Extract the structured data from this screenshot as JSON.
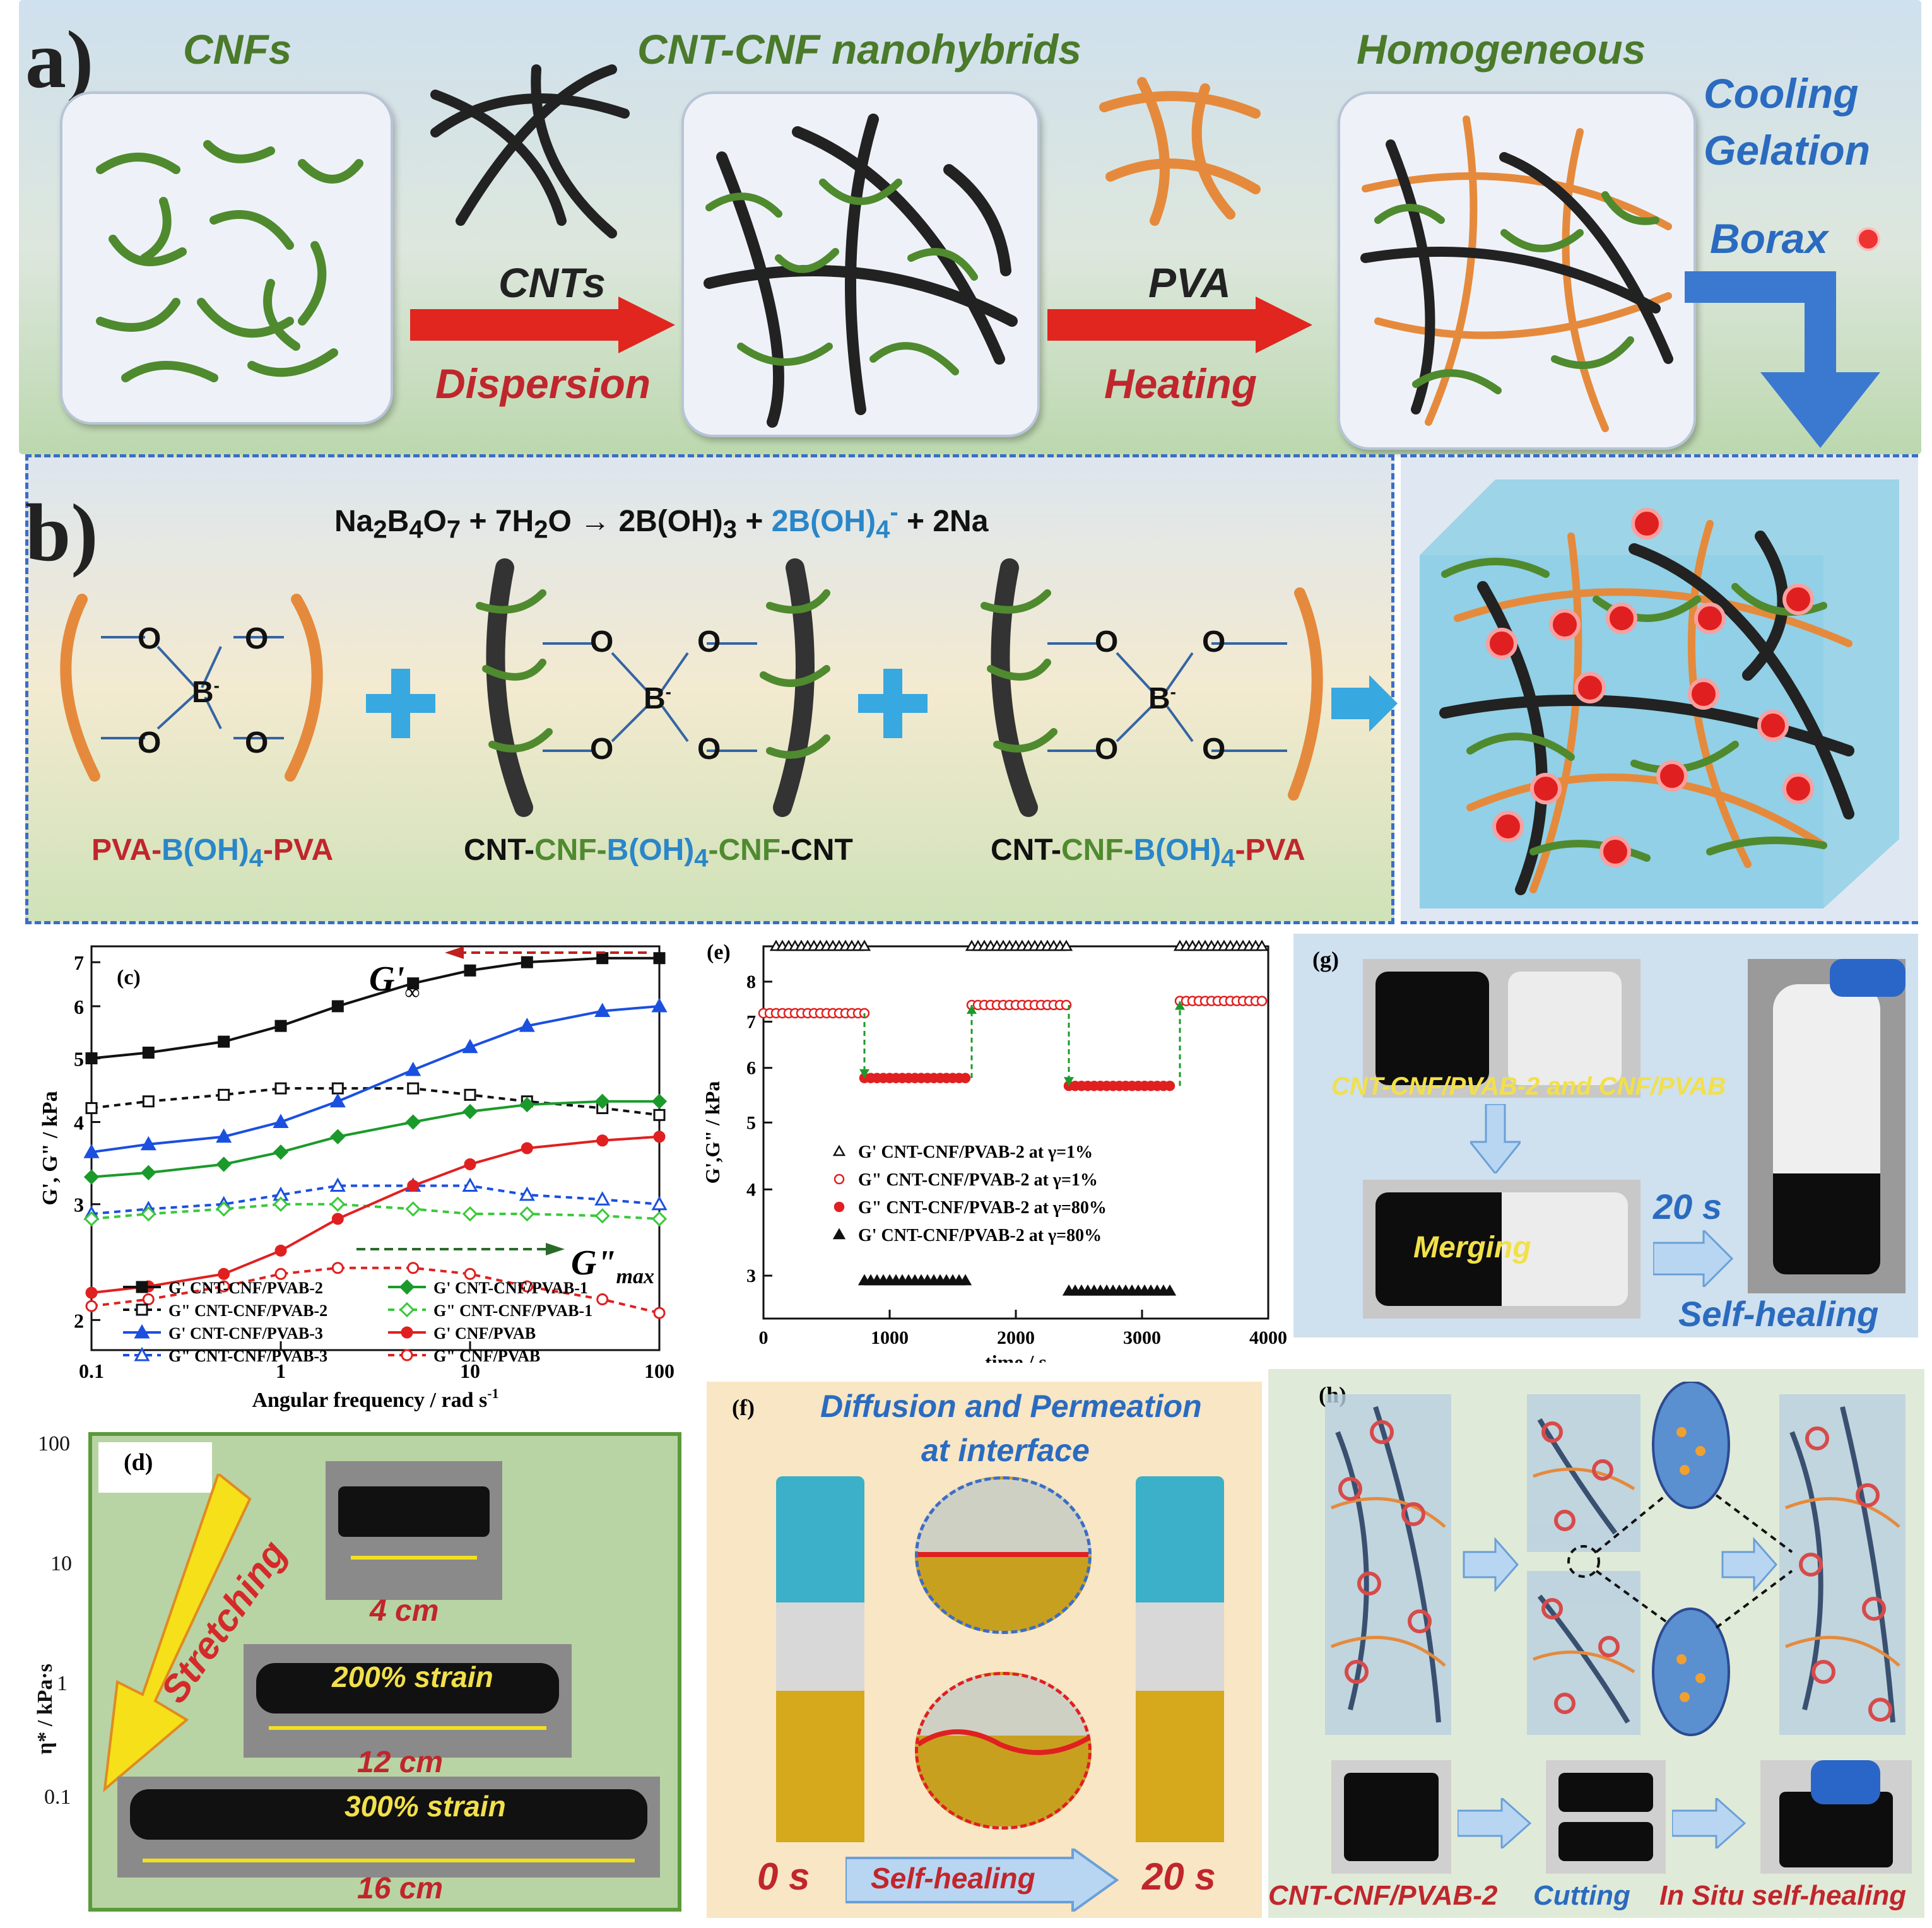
{
  "panel_a": {
    "label": "a)",
    "cnfs": "CNFs",
    "nanohybrids": "CNT-CNF nanohybrids",
    "homogeneous": "Homogeneous",
    "cooling": "Cooling",
    "gelation": "Gelation",
    "borax": "Borax",
    "cnts": "CNTs",
    "dispersion": "Dispersion",
    "pva": "PVA",
    "heating": "Heating"
  },
  "panel_b": {
    "label": "b)",
    "eq_main": "Na",
    "eq_sub1": "2",
    "eq_b": "B",
    "eq_sub2": "4",
    "eq_o": "O",
    "eq_sub3": "7",
    "eq_rest1": " + 7H",
    "eq_sub4": "2",
    "eq_rest2": "O → 2B(OH)",
    "eq_sub5": "3",
    "eq_rest3": " + ",
    "eq_blue": "2B(OH)",
    "eq_sub6": "4",
    "eq_sup": "-",
    "eq_rest4": " + 2Na",
    "atom_o": "O",
    "atom_b": "B",
    "atom_minus": "-",
    "label1_pva1": "PVA-",
    "label1_b": "B(OH)",
    "label1_sub": "4",
    "label1_pva2": "-PVA",
    "label2_cnt1": "CNT-",
    "label2_cnf1": "CNF-",
    "label2_b": "B(OH)",
    "label2_sub": "4",
    "label2_cnf2": "-CNF",
    "label2_cnt2": "-CNT",
    "label3_cnt": "CNT-",
    "label3_cnf": "CNF-",
    "label3_b": "B(OH)",
    "label3_sub": "4",
    "label3_pva": "-PVA"
  },
  "panel_c": {
    "label": "(c)",
    "ylabel": "G', G\" / kPa",
    "xlabel": "Angular frequency / rad s",
    "xlabel_sup": "-1",
    "ginf": "G'",
    "ginf_sub": "∞",
    "gmax": "G\"",
    "gmax_sub": "max",
    "legend": [
      "G' CNT-CNF/PVAB-2",
      "G' CNT-CNF/PVAB-1",
      "G\" CNT-CNF/PVAB-2",
      "G\" CNT-CNF/PVAB-1",
      "G' CNT-CNF/PVAB-3",
      "G' CNF/PVAB",
      "G\" CNT-CNF/PVAB-3",
      "G\" CNF/PVAB"
    ],
    "xticks": [
      "0.1",
      "1",
      "10",
      "100"
    ],
    "yticks": [
      "2",
      "3",
      "4",
      "5",
      "6",
      "7"
    ]
  },
  "panel_d": {
    "label": "(d)",
    "stretching": "Stretching",
    "len1": "4 cm",
    "strain2": "200% strain",
    "len2": "12 cm",
    "strain3": "300% strain",
    "len3": "16 cm",
    "ylabel": "η* / kPa·s",
    "yticks": [
      "100",
      "10",
      "1",
      "0.1"
    ]
  },
  "panel_e": {
    "label": "(e)",
    "ylabel": "G',G\" / kPa",
    "xlabel": "time / s",
    "xticks": [
      "0",
      "1000",
      "2000",
      "3000",
      "4000"
    ],
    "yticks": [
      "8",
      "7",
      "6",
      "5",
      "4",
      "3"
    ],
    "legend": [
      "G' CNT-CNF/PVAB-2 at γ=1%",
      "G\" CNT-CNF/PVAB-2 at γ=1%",
      "G\" CNT-CNF/PVAB-2 at γ=80%",
      "G' CNT-CNF/PVAB-2 at γ=80%"
    ]
  },
  "panel_f": {
    "label": "(f)",
    "title1": "Diffusion and Permeation",
    "title2": "at interface",
    "t0": "0 s",
    "self_healing": "Self-healing",
    "t20": "20 s"
  },
  "panel_g": {
    "label": "(g)",
    "caption": "CNT-CNF/PVAB-2 and CNF/PVAB",
    "merging": "Merging",
    "t20": "20 s",
    "self_healing": "Self-healing"
  },
  "panel_h": {
    "label": "(h)",
    "c1": "CNT-CNF/PVAB-2",
    "c2": "Cutting",
    "c3": "In Situ self-healing"
  },
  "chart_data": [
    {
      "type": "line",
      "title": "",
      "xlabel": "Angular frequency / rad s-1",
      "ylabel": "G', G\" / kPa",
      "xscale": "log",
      "yscale": "log",
      "xlim": [
        0.1,
        100
      ],
      "ylim": [
        1.8,
        7.4
      ],
      "x": [
        0.1,
        0.2,
        0.5,
        1,
        2,
        5,
        10,
        20,
        50,
        100
      ],
      "series": [
        {
          "name": "G' CNT-CNF/PVAB-2",
          "values": [
            5.0,
            5.1,
            5.3,
            5.6,
            6.0,
            6.5,
            6.8,
            7.0,
            7.1,
            7.1
          ]
        },
        {
          "name": "G\" CNT-CNF/PVAB-2",
          "values": [
            4.2,
            4.3,
            4.4,
            4.5,
            4.5,
            4.5,
            4.4,
            4.3,
            4.2,
            4.1
          ]
        },
        {
          "name": "G' CNT-CNF/PVAB-3",
          "values": [
            3.6,
            3.7,
            3.8,
            4.0,
            4.3,
            4.8,
            5.2,
            5.6,
            5.9,
            6.0
          ]
        },
        {
          "name": "G\" CNT-CNF/PVAB-3",
          "values": [
            2.9,
            2.95,
            3.0,
            3.1,
            3.2,
            3.2,
            3.2,
            3.1,
            3.05,
            3.0
          ]
        },
        {
          "name": "G' CNT-CNF/PVAB-1",
          "values": [
            3.3,
            3.35,
            3.45,
            3.6,
            3.8,
            4.0,
            4.15,
            4.25,
            4.3,
            4.3
          ]
        },
        {
          "name": "G\" CNT-CNF/PVAB-1",
          "values": [
            2.85,
            2.9,
            2.95,
            3.0,
            3.0,
            2.95,
            2.9,
            2.9,
            2.88,
            2.85
          ]
        },
        {
          "name": "G' CNF/PVAB",
          "values": [
            2.2,
            2.25,
            2.35,
            2.55,
            2.85,
            3.2,
            3.45,
            3.65,
            3.75,
            3.8
          ]
        },
        {
          "name": "G\" CNF/PVAB",
          "values": [
            2.1,
            2.15,
            2.25,
            2.35,
            2.4,
            2.4,
            2.35,
            2.25,
            2.15,
            2.05
          ]
        }
      ]
    },
    {
      "type": "scatter",
      "title": "",
      "xlabel": "time / s",
      "ylabel": "G',G\" / kPa",
      "yscale": "log",
      "xlim": [
        0,
        4000
      ],
      "ylim": [
        2.6,
        9
      ],
      "series": [
        {
          "name": "G' CNT-CNF/PVAB-2 at γ=1%",
          "segments": [
            [
              100,
              800,
              9.0
            ],
            [
              1650,
              2400,
              9.0
            ],
            [
              3300,
              3950,
              9.0
            ]
          ]
        },
        {
          "name": "G\" CNT-CNF/PVAB-2 at γ=1%",
          "segments": [
            [
              0,
              800,
              7.2
            ],
            [
              1650,
              2400,
              7.4
            ],
            [
              3300,
              3950,
              7.5
            ]
          ]
        },
        {
          "name": "G\" CNT-CNF/PVAB-2 at γ=80%",
          "segments": [
            [
              800,
              1620,
              5.8
            ],
            [
              2420,
              3250,
              5.65
            ]
          ]
        },
        {
          "name": "G' CNT-CNF/PVAB-2 at γ=80%",
          "segments": [
            [
              800,
              1620,
              2.95
            ],
            [
              2420,
              3250,
              2.85
            ]
          ]
        }
      ]
    }
  ]
}
